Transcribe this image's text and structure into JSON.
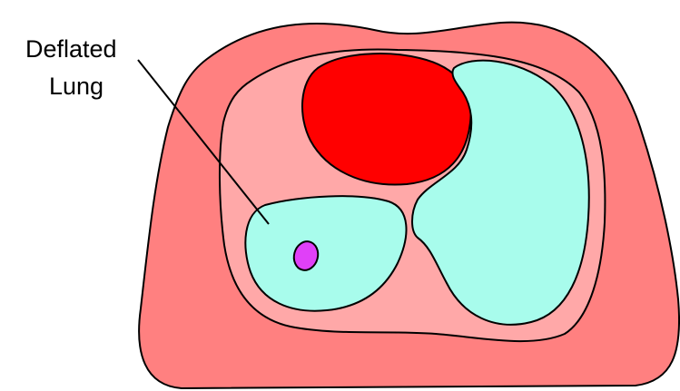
{
  "annotation": {
    "line1": "Deflated",
    "line2": "Lung"
  },
  "colors": {
    "body": "#ff8080",
    "thoracic_cavity": "#ffa8a8",
    "heart": "#ff0000",
    "lung": "#a8fcec",
    "bronchus": "#e040f8",
    "outline": "#000000"
  },
  "icons": {
    "body": "body-cross-section",
    "heart": "heart-shape",
    "left_lung": "inflated-lung-shape",
    "right_lung": "deflated-lung-shape",
    "bronchus": "bronchus-dot"
  }
}
